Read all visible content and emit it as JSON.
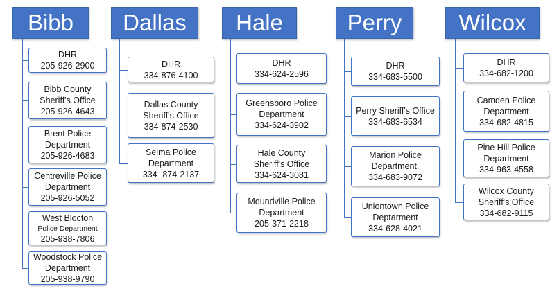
{
  "accent_color": "#4472c4",
  "counties": [
    {
      "name": "Bibb",
      "offices": [
        {
          "lines": [
            "DHR",
            "205-926-2900"
          ]
        },
        {
          "lines": [
            "Bibb  County",
            "Sheriff's Office",
            "205-926-4643"
          ]
        },
        {
          "lines": [
            "Brent Police",
            "Department",
            "205-926-4683"
          ]
        },
        {
          "lines": [
            "Centreville Police",
            "Department",
            "205-926-5052"
          ]
        },
        {
          "lines": [
            "West Blocton",
            "Police Department",
            "205-938-7806"
          ]
        },
        {
          "lines": [
            "Woodstock Police",
            "Department",
            "205-938-9790"
          ]
        }
      ]
    },
    {
      "name": "Dallas",
      "offices": [
        {
          "lines": [
            "DHR",
            "334-876-4100"
          ]
        },
        {
          "lines": [
            "Dallas County",
            "Sheriff's Office",
            "334-874-2530"
          ]
        },
        {
          "lines": [
            "Selma  Police",
            "Department",
            "334- 874-2137"
          ]
        }
      ]
    },
    {
      "name": "Hale",
      "offices": [
        {
          "lines": [
            "DHR",
            "334-624-2596"
          ]
        },
        {
          "lines": [
            "Greensboro Police",
            "Department",
            "334-624-3902"
          ]
        },
        {
          "lines": [
            "Hale County",
            "Sheriff's  Office",
            "334-624-3081"
          ]
        },
        {
          "lines": [
            "Moundville Police",
            "Department",
            "205-371-2218"
          ]
        }
      ]
    },
    {
      "name": "Perry",
      "offices": [
        {
          "lines": [
            "DHR",
            "334-683-5500"
          ]
        },
        {
          "lines": [
            "Perry Sheriff's Office",
            "334-683-6534"
          ]
        },
        {
          "lines": [
            "Marion Police",
            "Department.",
            "334-683-9072"
          ]
        },
        {
          "lines": [
            "Uniontown Police",
            "Deptarment",
            "334-628-4021"
          ]
        }
      ]
    },
    {
      "name": "Wilcox",
      "offices": [
        {
          "lines": [
            "DHR",
            "334-682-1200"
          ]
        },
        {
          "lines": [
            "Camden Police",
            "Department",
            "334-682-4815"
          ]
        },
        {
          "lines": [
            "Pine Hill Police",
            "Department",
            "334-963-4558"
          ]
        },
        {
          "lines": [
            "Wilcox County",
            "Sheriff's Office",
            "334-682-9115"
          ]
        }
      ]
    }
  ]
}
